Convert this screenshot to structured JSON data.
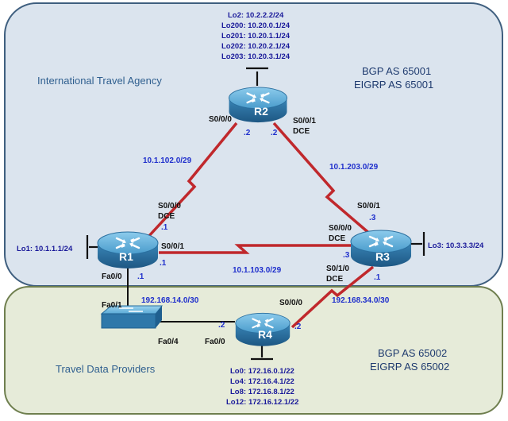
{
  "zones": {
    "top": {
      "title": "International Travel Agency",
      "bgp": "BGP AS 65001",
      "eigrp": "EIGRP AS 65001",
      "fill": "#dbe4ee",
      "stroke": "#3f5f7f"
    },
    "bottom": {
      "title": "Travel Data Providers",
      "bgp": "BGP AS 65002",
      "eigrp": "EIGRP AS 65002",
      "fill": "#e6ebd9",
      "stroke": "#6f7f4f"
    }
  },
  "routers": {
    "r1": {
      "name": "R1"
    },
    "r2": {
      "name": "R2"
    },
    "r3": {
      "name": "R3"
    },
    "r4": {
      "name": "R4"
    }
  },
  "loopbacks": {
    "r1": "Lo1: 10.1.1.1/24",
    "r2": [
      "Lo2: 10.2.2.2/24",
      "Lo200: 10.20.0.1/24",
      "Lo201: 10.20.1.1/24",
      "Lo202: 10.20.2.1/24",
      "Lo203: 10.20.3.1/24"
    ],
    "r3": "Lo3: 10.3.3.3/24",
    "r4": [
      "Lo0: 172.16.0.1/22",
      "Lo4: 172.16.4.1/22",
      "Lo8: 172.16.8.1/22",
      "Lo12: 172.16.12.1/22"
    ]
  },
  "interfaces": {
    "r2_s000": "S0/0/0",
    "r2_s001": "S0/0/1",
    "r2_dce": "DCE",
    "r2_ip_left": ".2",
    "r2_ip_right": ".2",
    "r1_s000": "S0/0/0",
    "r1_dce": "DCE",
    "r1_ip_top": ".1",
    "r1_s001": "S0/0/1",
    "r1_ip_right": ".1",
    "r1_fa00": "Fa0/0",
    "r1_ip_fa": ".1",
    "r3_s001": "S0/0/1",
    "r3_ip_top": ".3",
    "r3_s000": "S0/0/0",
    "r3_dce": "DCE",
    "r3_ip_left": ".3",
    "r3_s010": "S0/1/0",
    "r3_dce2": "DCE",
    "r3_ip_bottom": ".1",
    "sw_fa01": "Fa0/1",
    "sw_fa04": "Fa0/4",
    "r4_fa00": "Fa0/0",
    "r4_ip_left": ".2",
    "r4_s000": "S0/0/0",
    "r4_ip_right": ".2"
  },
  "networks": {
    "r1_r2": "10.1.102.0/29",
    "r2_r3": "10.1.203.0/29",
    "r1_r3": "10.1.103.0/29",
    "lan14": "192.168.14.0/30",
    "r3_r4": "192.168.34.0/30"
  },
  "colors": {
    "serial_link": "#c0282c",
    "ethernet_link": "#111111",
    "router_body": "#3a8fc4",
    "router_dark": "#1f5f8f",
    "router_top": "#6fb6e0",
    "switch_body": "#4aa0d0"
  }
}
